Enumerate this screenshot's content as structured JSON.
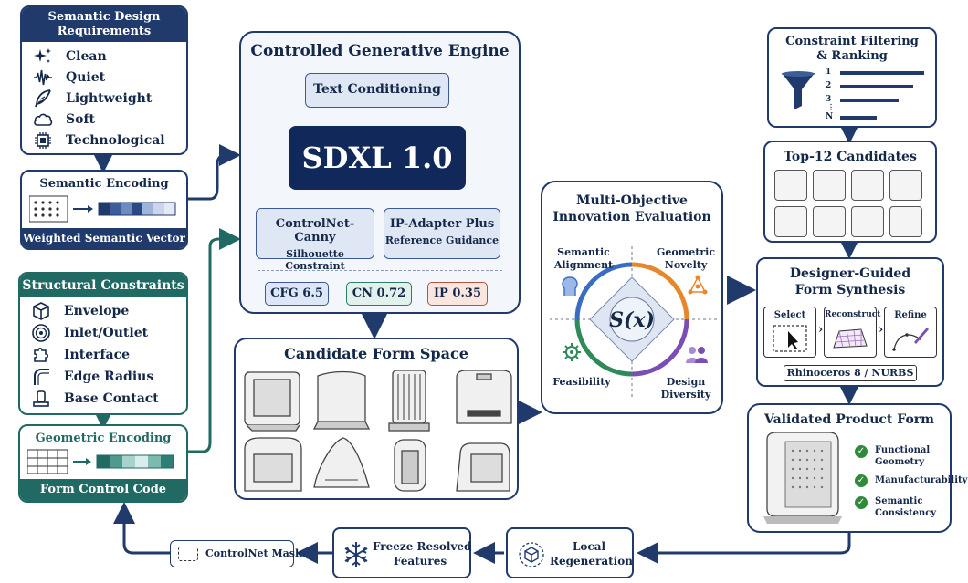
{
  "semantic_requirements": {
    "title": "Semantic Design Requirements",
    "items": [
      {
        "label": "Clean",
        "icon": "sparkle-icon"
      },
      {
        "label": "Quiet",
        "icon": "soundwave-icon"
      },
      {
        "label": "Lightweight",
        "icon": "feather-icon"
      },
      {
        "label": "Soft",
        "icon": "cloud-icon"
      },
      {
        "label": "Technological",
        "icon": "chip-icon"
      }
    ]
  },
  "semantic_encoding": {
    "title": "Semantic Encoding",
    "footer": "Weighted Semantic Vector"
  },
  "structural_constraints": {
    "title": "Structural Constraints",
    "items": [
      {
        "label": "Envelope",
        "icon": "cube-icon"
      },
      {
        "label": "Inlet/Outlet",
        "icon": "vent-icon"
      },
      {
        "label": "Interface",
        "icon": "puzzle-icon"
      },
      {
        "label": "Edge Radius",
        "icon": "radius-icon"
      },
      {
        "label": "Base Contact",
        "icon": "base-icon"
      }
    ]
  },
  "geometric_encoding": {
    "title": "Geometric Encoding",
    "footer": "Form Control Code"
  },
  "engine": {
    "title": "Controlled Generative Engine",
    "text_conditioning": "Text Conditioning",
    "model": "SDXL 1.0",
    "controlnet": {
      "title": "ControlNet-Canny",
      "sub": "Silhouette Constraint"
    },
    "ipadapter": {
      "title": "IP-Adapter Plus",
      "sub": "Reference Guidance"
    },
    "params": [
      {
        "label": "CFG 6.5",
        "color": "#dde7f7",
        "border": "#3a5a9b"
      },
      {
        "label": "CN 0.72",
        "color": "#e2f1ec",
        "border": "#2f7a6e"
      },
      {
        "label": "IP 0.35",
        "color": "#fbe6df",
        "border": "#b5533d"
      }
    ]
  },
  "candidate_space": {
    "title": "Candidate Form Space"
  },
  "evaluation": {
    "title_line1": "Multi-Objective",
    "title_line2": "Innovation Evaluation",
    "score": "S(x)",
    "semantic_alignment": [
      "Semantic",
      "Alignment"
    ],
    "geometric_novelty": [
      "Geometric",
      "Novelty"
    ],
    "feasibility": "Feasibility",
    "design_diversity": [
      "Design",
      "Diversity"
    ],
    "colors": {
      "blue": "#3b6cc4",
      "orange": "#e8862a",
      "green": "#2f8a5a",
      "purple": "#7a4fb5"
    }
  },
  "filtering": {
    "title_line1": "Constraint Filtering",
    "title_line2": "& Ranking",
    "ranks": [
      "1",
      "2",
      "3",
      "N"
    ]
  },
  "top_candidates": {
    "title": "Top-12 Candidates"
  },
  "synthesis": {
    "title_line1": "Designer-Guided",
    "title_line2": "Form Synthesis",
    "steps": [
      "Select",
      "Reconstruct",
      "Refine"
    ],
    "tool": "Rhinoceros 8 / NURBS"
  },
  "validated": {
    "title": "Validated Product Form",
    "checks": [
      [
        "Functional",
        "Geometry"
      ],
      [
        "Manufacturability"
      ],
      [
        "Semantic",
        "Consistency"
      ]
    ]
  },
  "feedback": {
    "local_regeneration": [
      "Local",
      "Regeneration"
    ],
    "freeze": [
      "Freeze Resolved",
      "Features"
    ],
    "mask": "ControlNet Mask"
  }
}
